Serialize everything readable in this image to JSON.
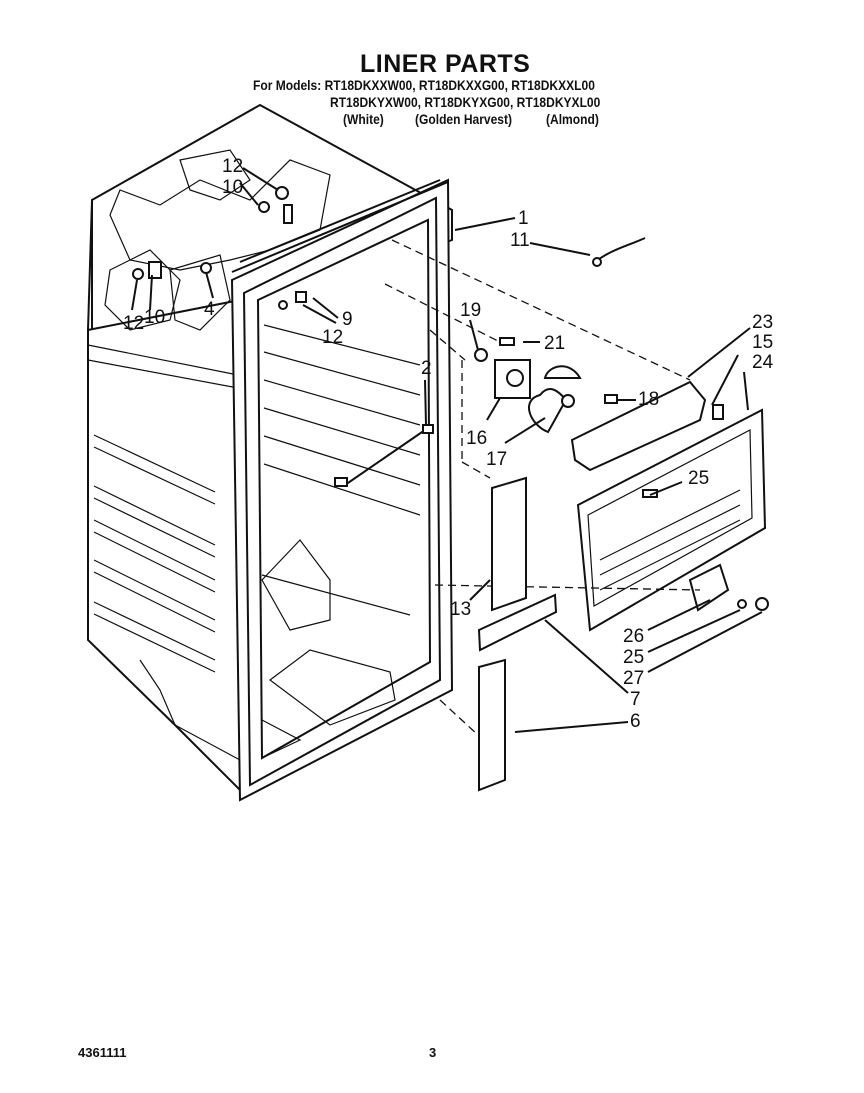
{
  "header": {
    "title": "LINER PARTS",
    "models_prefix": "For Models:",
    "model_line_1": "RT18DKXXW00, RT18DKXXG00, RT18DKXXL00",
    "model_line_2": "RT18DKYXW00, RT18DKYXG00, RT18DKYXL00",
    "colors": [
      "(White)",
      "(Golden Harvest)",
      "(Almond)"
    ]
  },
  "diagram": {
    "callouts": [
      "12",
      "10",
      "12",
      "10",
      "4",
      "9",
      "12",
      "1",
      "11",
      "19",
      "21",
      "23",
      "15",
      "24",
      "2",
      "18",
      "16",
      "17",
      "25",
      "13",
      "26",
      "25",
      "27",
      "7",
      "6"
    ]
  },
  "footer": {
    "part_number": "4361111",
    "page_number": "3"
  }
}
